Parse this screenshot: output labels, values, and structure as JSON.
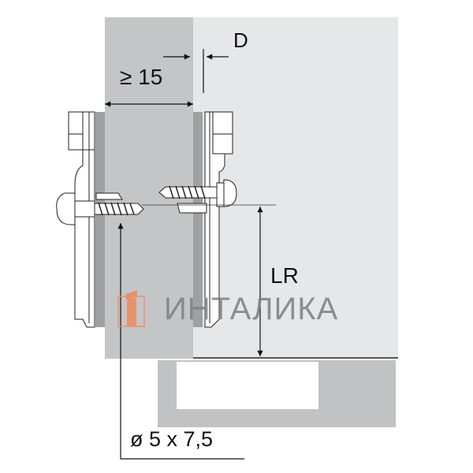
{
  "diagram": {
    "type": "technical drawing - hinge mounting plate with screws",
    "labels": {
      "dimension_d": "D",
      "min_distance": "≥ 15",
      "lr": "LR",
      "screw_spec": "ø 5 x 7,5"
    },
    "watermark": {
      "text": "ИНТАЛИКА",
      "logo_icon": "i-logo"
    },
    "colors": {
      "panel_dark": "#c4c5c7",
      "panel_light": "#e6e7e8",
      "strip": "#9fa0a2",
      "line": "#111111",
      "logo_orange": "#ee8a5a",
      "watermark_gray": "#7d7e80"
    }
  }
}
